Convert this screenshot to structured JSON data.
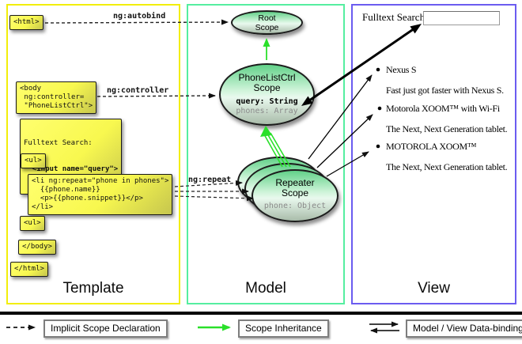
{
  "template_panel": {
    "title": "Template",
    "code_boxes": {
      "html_open": "<html>",
      "body_open": "<body\n ng:controller=\n \"PhoneListCtrl\">",
      "fulltext_label": "Fulltext Search:",
      "fulltext_input": "  <input name=\"query\">",
      "ul_open_top": "<ul>",
      "li_repeat": "<li ng:repeat=\"phone in phones\">\n  {{phone.name}}\n  <p>{{phone.snippet}}</p>\n</li>",
      "ul_open_bottom": "<ul>",
      "body_close": "</body>",
      "html_close": "</html>"
    }
  },
  "model_panel": {
    "title": "Model",
    "root_scope": {
      "name": "Root\nScope"
    },
    "phonelist_scope": {
      "name": "PhoneListCtrl\nScope",
      "prop_bold": "query: String",
      "prop_gray": "phones: Array"
    },
    "repeater_scope": {
      "name": "Repeater\nScope",
      "prop_gray": "phone: Object"
    }
  },
  "view_panel": {
    "title": "View",
    "search_label": "Fulltext Search:",
    "search_value": "",
    "items": [
      {
        "title": "Nexus S",
        "desc": "Fast just got faster with Nexus S."
      },
      {
        "title": "Motorola XOOM™ with Wi-Fi",
        "desc": "The Next, Next Generation tablet."
      },
      {
        "title": "MOTOROLA XOOM™",
        "desc": "The Next, Next Generation tablet."
      }
    ]
  },
  "connector_labels": {
    "autobind": "ng:autobind",
    "controller": "ng:controller",
    "repeat": "ng:repeat"
  },
  "legend": {
    "implicit": "Implicit Scope Declaration",
    "inheritance": "Scope Inheritance",
    "databinding": "Model / View Data-binding"
  },
  "colors": {
    "template_border": "#f2ee0a",
    "model_border": "#55eea0",
    "view_border": "#6b5cf0",
    "green_arrow": "#2ae02a",
    "yellow_box": "#f8f84f",
    "ellipse_green": "#62d189"
  }
}
